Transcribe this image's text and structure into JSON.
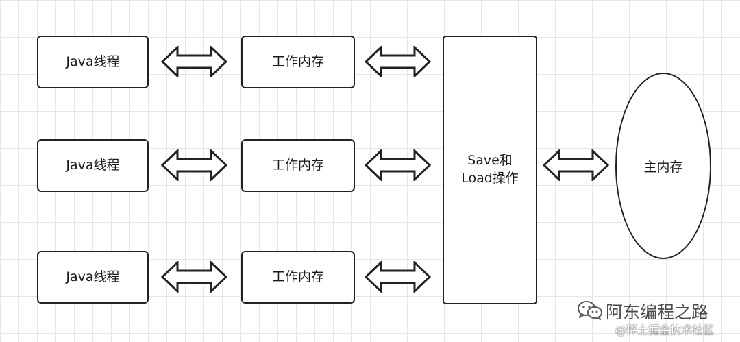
{
  "diagram": {
    "threads": [
      {
        "label": "Java线程"
      },
      {
        "label": "Java线程"
      },
      {
        "label": "Java线程"
      }
    ],
    "working_memories": [
      {
        "label": "工作内存"
      },
      {
        "label": "工作内存"
      },
      {
        "label": "工作内存"
      }
    ],
    "save_load": {
      "line1": "Save和",
      "line2": "Load操作"
    },
    "main_memory": {
      "label": "主内存"
    }
  },
  "watermark": {
    "title": "阿东编程之路",
    "subtitle": "@稀土掘金技术社区",
    "icon": "wechat-icon"
  },
  "colors": {
    "stroke": "#222222",
    "grid": "#e6e6e6",
    "background": "#ffffff"
  }
}
